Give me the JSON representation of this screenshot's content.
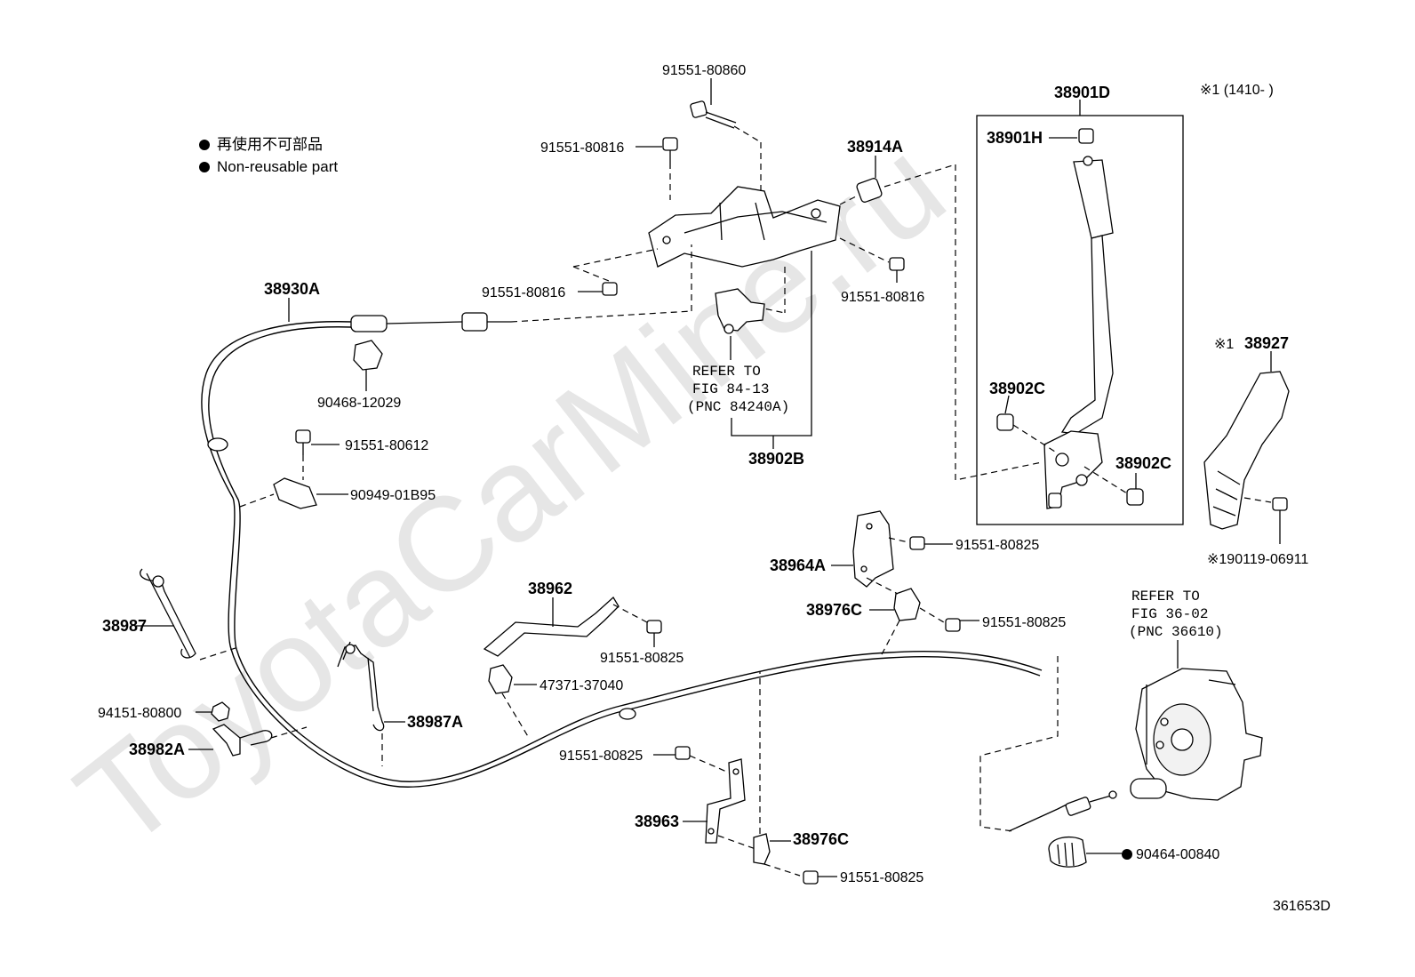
{
  "watermark": "ToyotaCarMine.ru",
  "legend": {
    "line1": "再使用不可部品",
    "line2": "Non-reusable part"
  },
  "range_note": "※1 (1410-      )",
  "figure_code": "361653D",
  "parts": {
    "p_91551_80860": "91551-80860",
    "p_91551_80816_a": "91551-80816",
    "p_38914A": "38914A",
    "p_38901D": "38901D",
    "p_38901H": "38901H",
    "p_38930A": "38930A",
    "p_91551_80816_b": "91551-80816",
    "p_91551_80816_c": "91551-80816",
    "p_90468_12029": "90468-12029",
    "p_91551_80612": "91551-80612",
    "p_90949_01B95": "90949-01B95",
    "p_38902B": "38902B",
    "p_38902C_a": "38902C",
    "p_38902C_b": "38902C",
    "p_38927": "38927",
    "p_38927_mark": "※1",
    "p_190119_06911": "※190119-06911",
    "p_38964A": "38964A",
    "p_91551_80825_a": "91551-80825",
    "p_38976C_a": "38976C",
    "p_91551_80825_b": "91551-80825",
    "p_38962": "38962",
    "p_91551_80825_c": "91551-80825",
    "p_47371_37040": "47371-37040",
    "p_38987": "38987",
    "p_94151_80800": "94151-80800",
    "p_38982A": "38982A",
    "p_38987A": "38987A",
    "p_91551_80825_d": "91551-80825",
    "p_38963": "38963",
    "p_38976C_b": "38976C",
    "p_91551_80825_e": "91551-80825",
    "p_90464_00840": "90464-00840"
  },
  "refer_a": {
    "line1": "REFER TO",
    "line2": "FIG 84-13",
    "line3": "(PNC 84240A)"
  },
  "refer_b": {
    "line1": "REFER TO",
    "line2": "FIG 36-02",
    "line3": "(PNC 36610)"
  }
}
